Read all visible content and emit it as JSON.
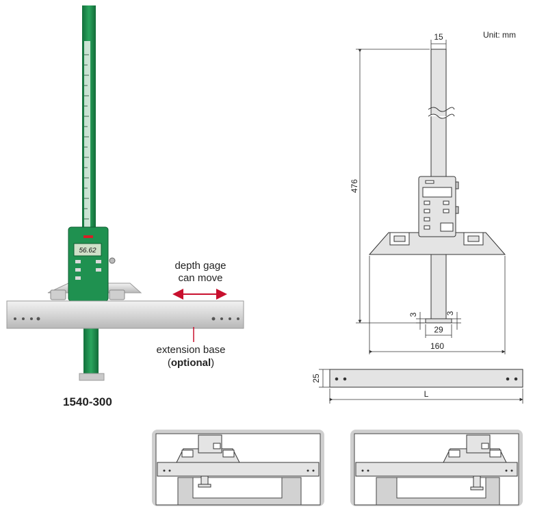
{
  "photo": {
    "model_label": "1540-300",
    "display_reading": "56.62",
    "move_label_line1": "depth gage",
    "move_label_line2": "can move",
    "ext_label_line1": "extension base",
    "ext_label_open": "(",
    "ext_label_bold": "optional",
    "ext_label_close": ")"
  },
  "drawing": {
    "unit_label": "Unit: mm",
    "dim_top_width": "15",
    "dim_height": "476",
    "dim_tip_left": "3",
    "dim_tip_right": "3",
    "dim_tip_width": "29",
    "dim_base_width": "160",
    "dim_ext_height": "25",
    "dim_ext_length": "L"
  },
  "colors": {
    "beam_green": "#1e8a4c",
    "dim_red": "#c8102e",
    "drawing_fill": "#e4e4e4",
    "inset_bg": "#cfcfcf"
  }
}
